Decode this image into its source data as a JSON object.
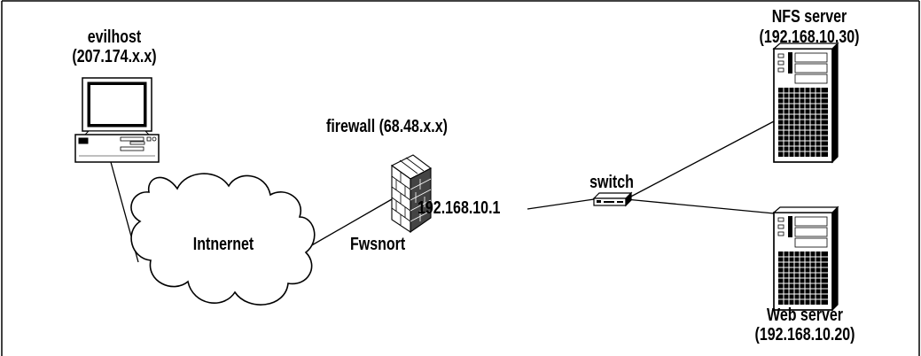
{
  "diagram": {
    "nodes": {
      "evilhost": {
        "name": "evilhost",
        "ip": "(207.174.x.x)",
        "icon": "desktop-computer-icon"
      },
      "internet": {
        "name": "Intnernet",
        "icon": "cloud-icon"
      },
      "firewall": {
        "name": "firewall (68.48.x.x)",
        "internal_ip": "192.168.10.1",
        "software": "Fwsnort",
        "icon": "brick-firewall-icon"
      },
      "switch": {
        "name": "switch",
        "icon": "network-switch-icon"
      },
      "nfs_server": {
        "name": "NFS server",
        "ip": "(192.168.10.30)",
        "icon": "tower-server-icon"
      },
      "web_server": {
        "name": "Web server",
        "ip": "(192.168.10.20)",
        "icon": "tower-server-icon"
      }
    },
    "links": [
      [
        "evilhost",
        "internet"
      ],
      [
        "internet",
        "firewall"
      ],
      [
        "firewall",
        "switch"
      ],
      [
        "switch",
        "nfs_server"
      ],
      [
        "switch",
        "web_server"
      ]
    ]
  }
}
